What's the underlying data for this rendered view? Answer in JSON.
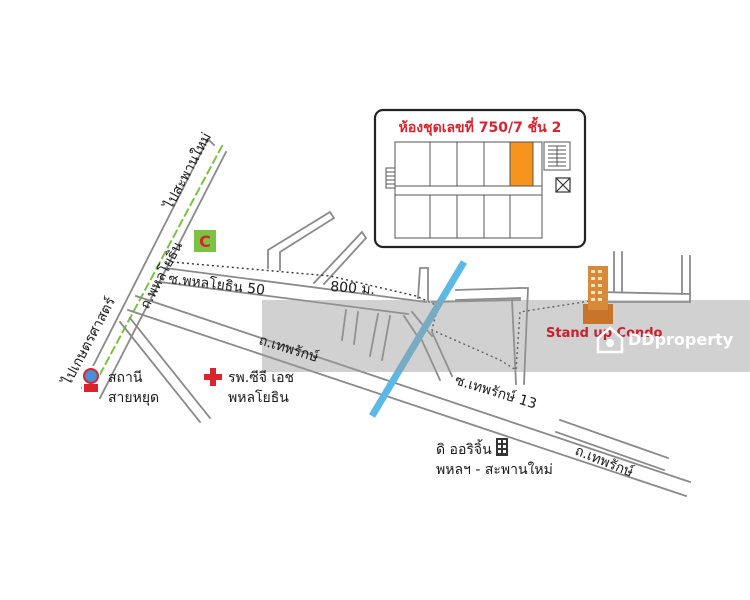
{
  "colors": {
    "road_stroke": "#8a8a8a",
    "river": "#5cb8e6",
    "rail": "#7cc242",
    "highlight_unit": "#f7941d",
    "condo_text": "#c8202d",
    "plan_title": "#d9232e",
    "hospital_cross": "#d9232e",
    "watermark_band": "#999999",
    "tower": "#c8742a"
  },
  "floor_plan": {
    "title": "ห้องชุดเลขที่ 750/7 ชั้น 2",
    "icons": [
      "stairs-icon",
      "elevator-icon"
    ]
  },
  "roads": {
    "phahonyothin_main": "ถ.พหลโยธิน",
    "soi_phahonyothin_50": "ซ.พหลโยธิน 50",
    "distance": "800 ม.",
    "thephaarak_1": "ถ.เทพรักษ์",
    "soi_thephaarak_13": "ซ.เทพรักษ์ 13",
    "thephaarak_2": "ถ.เทพรักษ์",
    "to_saphan_mai": "ไปสะพานใหม่",
    "to_kaset": "ไปเกษตรศาสตร์"
  },
  "places": {
    "station_line1": "สถานี",
    "station_line2": "สายหยุด",
    "hospital_line1": "รพ.ซีจี เอช",
    "hospital_line2": "พหลโยธิน",
    "dorigin_line1": "ดิ ออริจิ้น",
    "dorigin_line2": "พหลฯ - สะพานใหม่",
    "condo": "Stand up Condo"
  },
  "watermark": {
    "text": "DDproperty"
  },
  "icons": {
    "bigc": "bigc-logo-icon",
    "bts": "bts-logo-icon",
    "hospital": "hospital-cross-icon",
    "building": "building-icon",
    "tower": "condo-tower-icon"
  }
}
